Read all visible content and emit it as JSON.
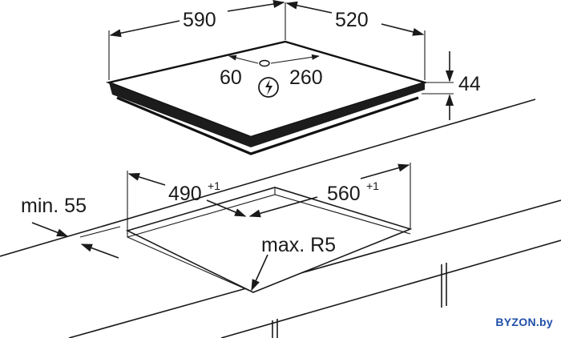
{
  "dimensions": {
    "width": "590",
    "depth": "520",
    "hole_offset_left": "60",
    "hole_offset_back": "260",
    "height": "44",
    "cutout_depth": "490",
    "cutout_depth_tolerance": "+1",
    "cutout_width": "560",
    "cutout_width_tolerance": "+1",
    "min_front_distance": "min. 55",
    "max_corner_radius": "max. R5"
  },
  "icons": {
    "power": "electric-power-symbol-icon"
  },
  "watermark": "BYZON.by",
  "colors": {
    "line": "#1a1a1a",
    "watermark": "#1f4fa8"
  }
}
